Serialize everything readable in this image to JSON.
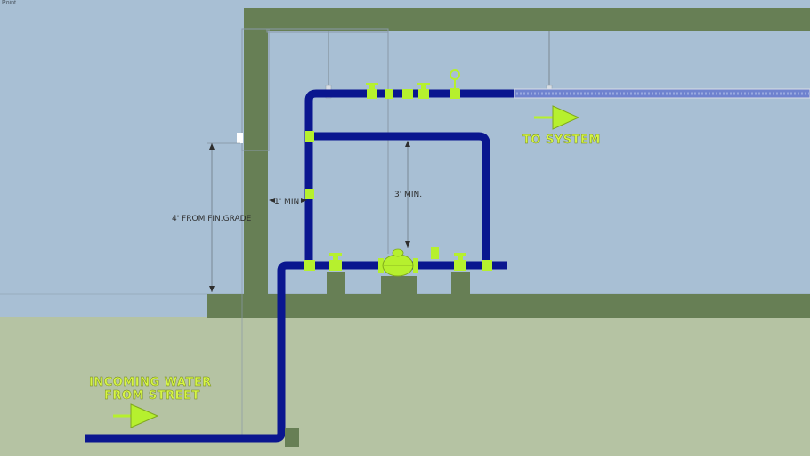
{
  "viewport": {
    "label": "Point"
  },
  "annotations": {
    "dim_grade": "4' FROM FIN.GRADE",
    "dim_wall": "1' MIN",
    "dim_vertical": "3' MIN.",
    "to_system": "TO SYSTEM",
    "incoming_line1": "INCOMING WATER",
    "incoming_line2": "FROM STREET"
  },
  "colors": {
    "sky": "#a8bfd4",
    "ground": "#b5c3a3",
    "concrete": "#677f55",
    "pipe": "#0a168f",
    "fitting": "#b6f02e",
    "leader": "#6e7a86",
    "text_callout": "#d6f545"
  }
}
